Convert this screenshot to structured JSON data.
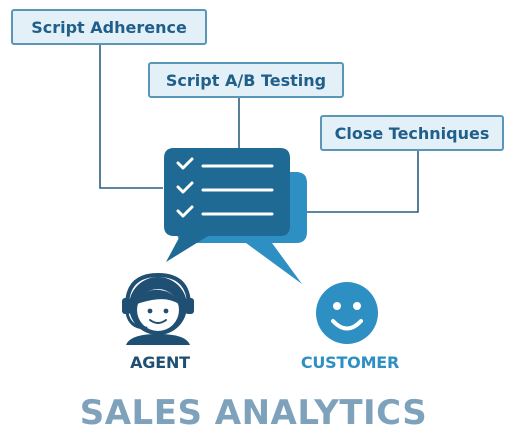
{
  "tags": {
    "script_adherence": "Script Adherence",
    "script_ab_testing": "Script A/B Testing",
    "close_techniques": "Close Techniques"
  },
  "roles": {
    "agent": "AGENT",
    "customer": "CUSTOMER"
  },
  "title": "SALES ANALYTICS",
  "colors": {
    "dark_blue": "#1f5f8a",
    "light_blue": "#2e8fc3",
    "tag_fill": "#e3f0f7",
    "tag_border": "#5b96b8",
    "title": "#7fa2bc"
  },
  "icons": [
    "checklist-chat-icon",
    "chat-bubble-icon",
    "agent-headset-icon",
    "customer-smiley-icon"
  ]
}
